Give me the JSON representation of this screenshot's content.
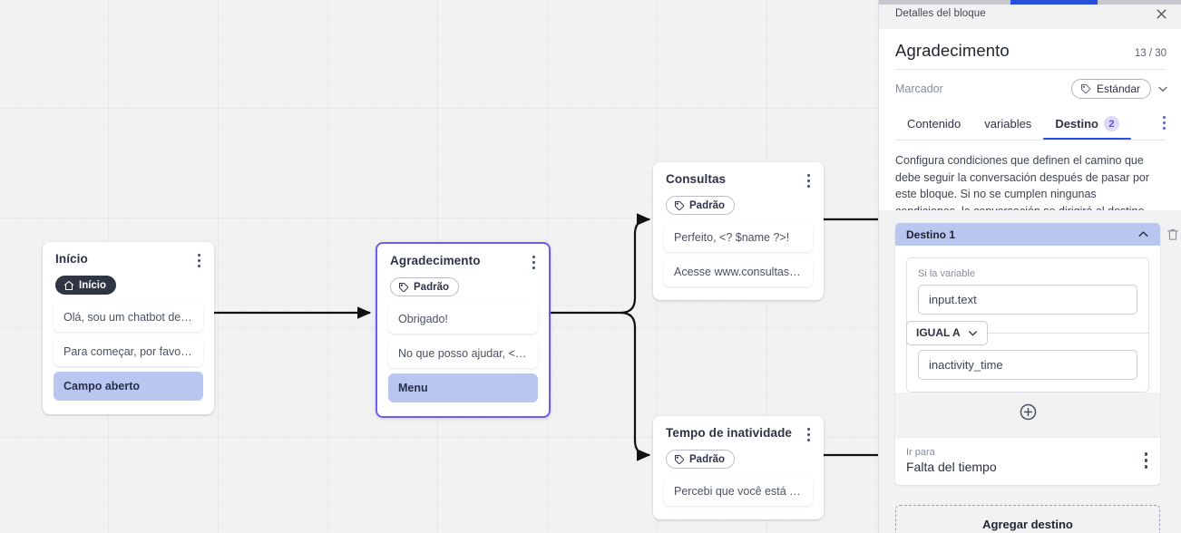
{
  "canvas": {
    "nodes": [
      {
        "title": "Início",
        "tag": "Início",
        "tag_style": "dark",
        "tag_icon": "home-icon",
        "selected": false,
        "messages": [
          {
            "text": "Olá, sou um chatbot de teste!",
            "highlight": false
          },
          {
            "text": "Para começar, por favor digite o ...",
            "highlight": false
          },
          {
            "text": "Campo aberto",
            "highlight": true
          }
        ]
      },
      {
        "title": "Agradecimento",
        "tag": "Padrão",
        "tag_style": "light",
        "tag_icon": "tag-icon",
        "selected": true,
        "messages": [
          {
            "text": "Obrigado!",
            "highlight": false
          },
          {
            "text": "No que posso ajudar, <? $name ...",
            "highlight": false
          },
          {
            "text": "Menu",
            "highlight": true
          }
        ]
      },
      {
        "title": "Consultas",
        "tag": "Padrão",
        "tag_style": "light",
        "tag_icon": "tag-icon",
        "selected": false,
        "messages": [
          {
            "text": "Perfeito, <? $name ?>!",
            "highlight": false
          },
          {
            "text": "Acesse www.consultas.com par...",
            "highlight": false
          }
        ]
      },
      {
        "title": "Tempo de inatividade",
        "tag": "Padrão",
        "tag_style": "light",
        "tag_icon": "tag-icon",
        "selected": false,
        "messages": [
          {
            "text": "Percebi que você está inativo. C...",
            "highlight": false
          }
        ]
      }
    ]
  },
  "panel": {
    "header_title": "Detalles del bloque",
    "close_icon": "close-icon",
    "block_title": "Agradecimento",
    "counter": "13 / 30",
    "marcador_label": "Marcador",
    "marcador_value": "Estándar",
    "marcador_icon": "tag-icon",
    "marcador_chevron": "chevron-down-icon",
    "tabs": [
      {
        "label": "Contenido",
        "active": false,
        "badge": ""
      },
      {
        "label": "variables",
        "active": false,
        "badge": ""
      },
      {
        "label": "Destino",
        "active": true,
        "badge": "2"
      }
    ],
    "tabs_kebab_icon": "more-vertical-icon",
    "description": "Configura condiciones que definen el camino que debe seguir la conversación después de pasar por este bloque. Si no se cumplen ningunas condiciones, la conversación se dirigirá al destino predeterminado.",
    "destination": {
      "header": "Destino 1",
      "collapse_icon": "chevron-up-icon",
      "delete_icon": "trash-icon",
      "condition_label": "Si la variable",
      "variable_value": "input.text",
      "operator": "IGUAL A",
      "operator_chevron": "chevron-down-icon",
      "compare_value": "inactivity_time",
      "add_condition_icon": "plus-circle-icon",
      "goto_label": "Ir para",
      "goto_value": "Falta del tiempo",
      "goto_kebab_icon": "more-vertical-icon"
    },
    "add_destination_label": "Agregar destino"
  },
  "colors": {
    "accent_blue": "#2950dd",
    "node_selected": "#6b5cf6",
    "highlight": "#b9c6ef",
    "badge_bg": "#ddd9fb",
    "badge_text": "#5b4fe0",
    "canvas_bg": "#f2f2f3"
  }
}
